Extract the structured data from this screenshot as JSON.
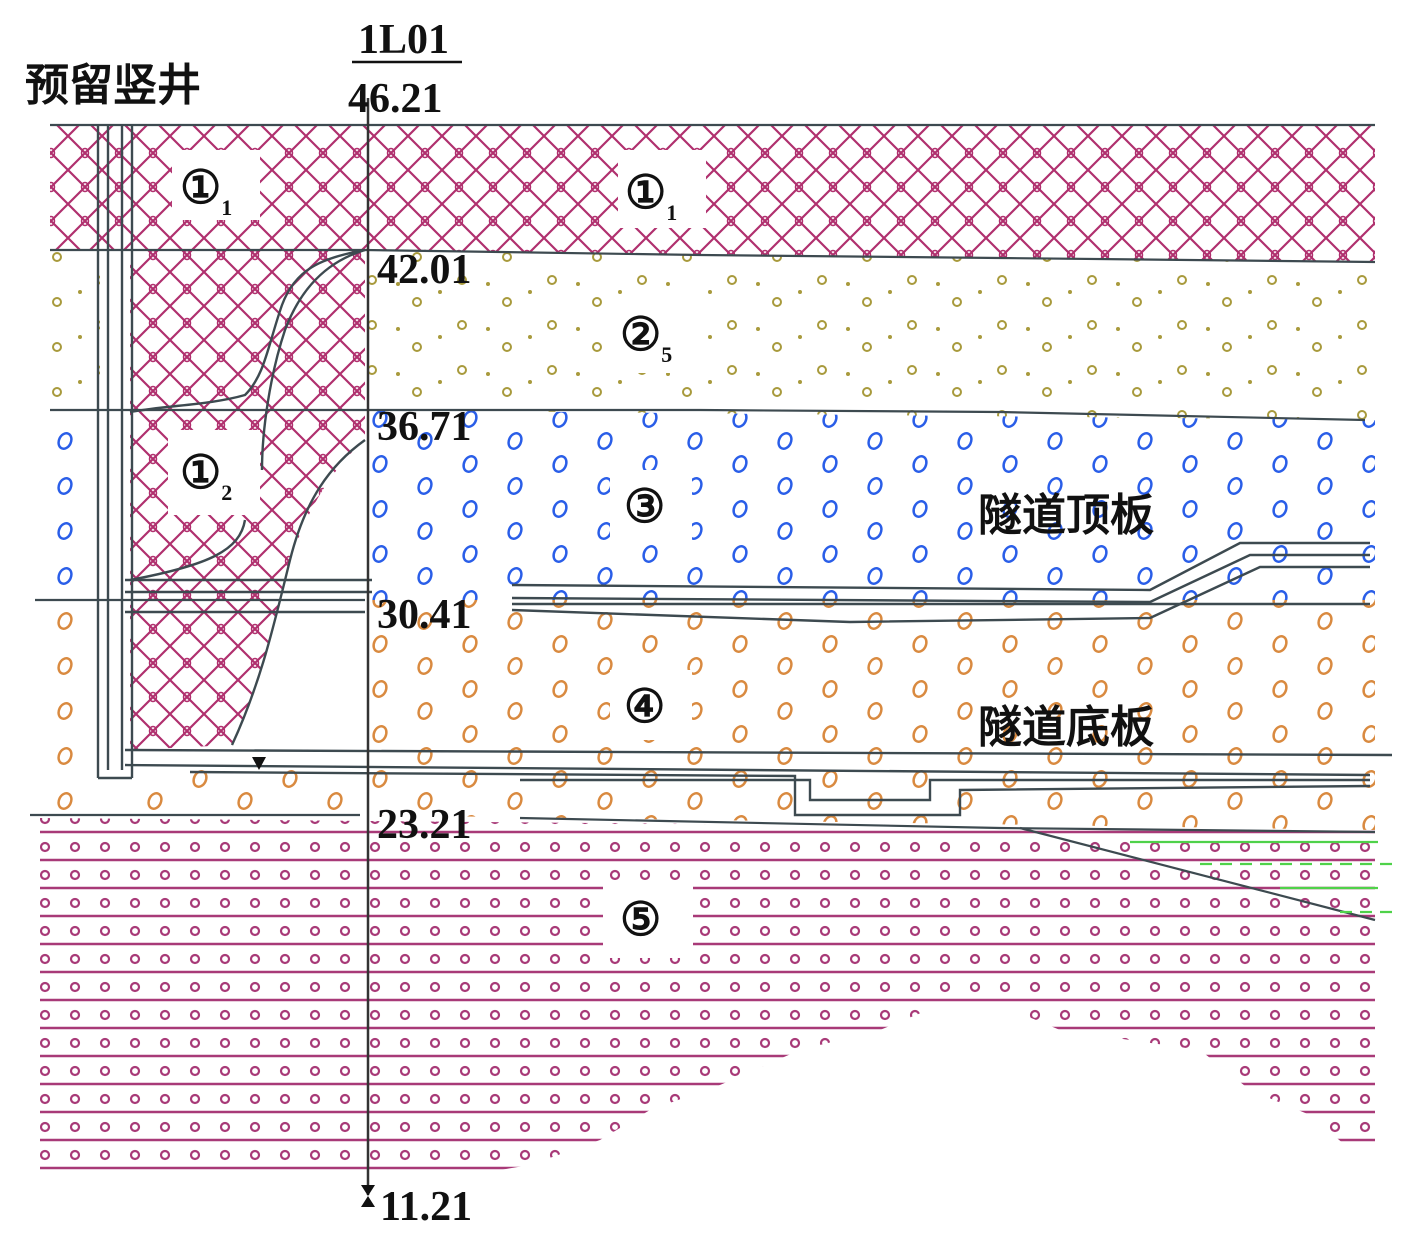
{
  "labels": {
    "shaft": "预留竖井",
    "borehole_id": "1L01",
    "borehole_top": "46.21",
    "borehole_bottom": "11.21",
    "tunnel_roof": "隧道顶板",
    "tunnel_floor": "隧道底板"
  },
  "elevations": [
    {
      "value": "42.01"
    },
    {
      "value": "36.71"
    },
    {
      "value": "30.41"
    },
    {
      "value": "23.21"
    }
  ],
  "layers": [
    {
      "id": "layer-1-1",
      "main": "①",
      "sub": "1",
      "color": "#b0306e"
    },
    {
      "id": "layer-1-1b",
      "main": "①",
      "sub": "1",
      "color": "#b0306e"
    },
    {
      "id": "layer-1-2",
      "main": "①",
      "sub": "2",
      "color": "#b0306e"
    },
    {
      "id": "layer-2-5",
      "main": "②",
      "sub": "5",
      "color": "#a89a3c"
    },
    {
      "id": "layer-3",
      "main": "③",
      "sub": "",
      "color": "#2a5ee8"
    },
    {
      "id": "layer-4",
      "main": "④",
      "sub": "",
      "color": "#d98a40"
    },
    {
      "id": "layer-5",
      "main": "⑤",
      "sub": "",
      "color": "#a83a78"
    }
  ],
  "colors": {
    "line": "#3d4a50",
    "fill_hatch": "#b0306e",
    "green_line": "#4fd24a"
  }
}
